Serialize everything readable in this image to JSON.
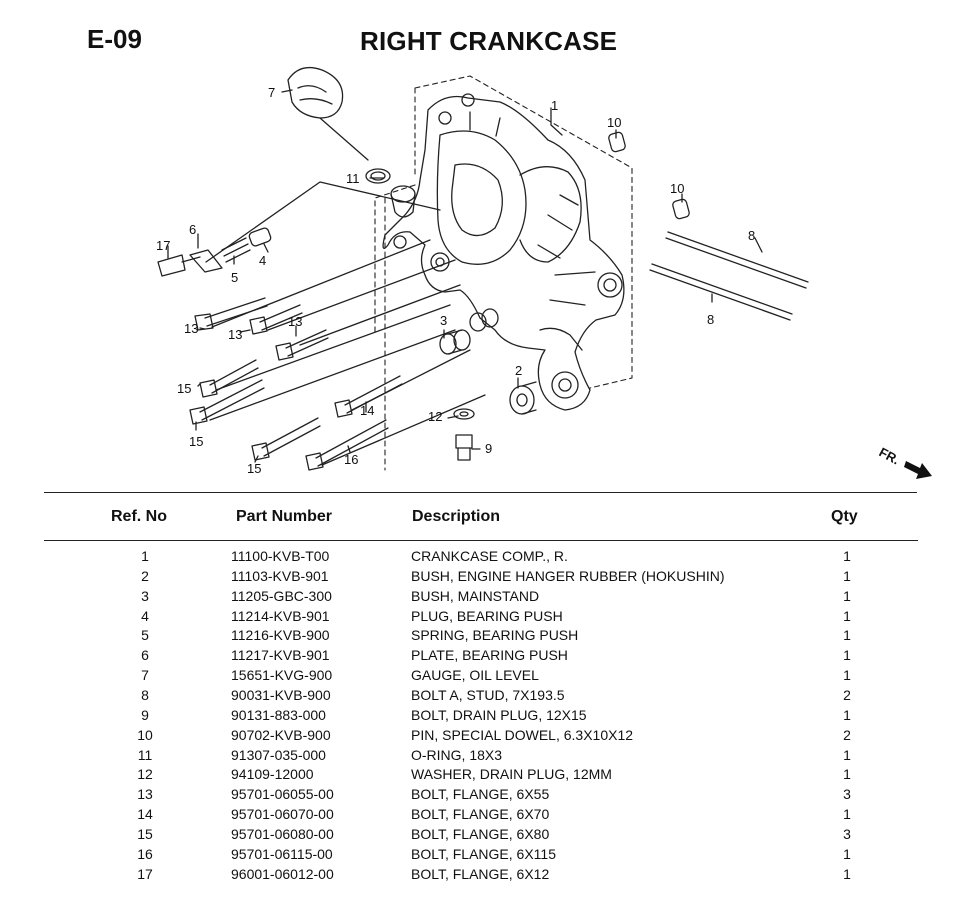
{
  "header": {
    "code": "E-09",
    "title": "RIGHT CRANKCASE"
  },
  "diagram": {
    "callouts": [
      "1",
      "2",
      "3",
      "4",
      "5",
      "6",
      "7",
      "8",
      "8",
      "9",
      "10",
      "10",
      "11",
      "12",
      "13",
      "13",
      "13",
      "14",
      "15",
      "15",
      "15",
      "16",
      "17"
    ],
    "direction_label": "FR."
  },
  "table": {
    "headers": {
      "ref": "Ref. No",
      "part": "Part Number",
      "desc": "Description",
      "qty": "Qty"
    },
    "rows": [
      {
        "ref": "1",
        "part": "11100-KVB-T00",
        "desc": "CRANKCASE COMP., R.",
        "qty": "1"
      },
      {
        "ref": "2",
        "part": "11103-KVB-901",
        "desc": "BUSH, ENGINE HANGER RUBBER (HOKUSHIN)",
        "qty": "1"
      },
      {
        "ref": "3",
        "part": "11205-GBC-300",
        "desc": "BUSH, MAINSTAND",
        "qty": "1"
      },
      {
        "ref": "4",
        "part": "11214-KVB-901",
        "desc": "PLUG, BEARING PUSH",
        "qty": "1"
      },
      {
        "ref": "5",
        "part": "11216-KVB-900",
        "desc": "SPRING, BEARING PUSH",
        "qty": "1"
      },
      {
        "ref": "6",
        "part": "11217-KVB-901",
        "desc": "PLATE, BEARING PUSH",
        "qty": "1"
      },
      {
        "ref": "7",
        "part": "15651-KVG-900",
        "desc": "GAUGE, OIL LEVEL",
        "qty": "1"
      },
      {
        "ref": "8",
        "part": "90031-KVB-900",
        "desc": "BOLT A, STUD, 7X193.5",
        "qty": "2"
      },
      {
        "ref": "9",
        "part": "90131-883-000",
        "desc": "BOLT, DRAIN PLUG, 12X15",
        "qty": "1"
      },
      {
        "ref": "10",
        "part": "90702-KVB-900",
        "desc": "PIN, SPECIAL DOWEL, 6.3X10X12",
        "qty": "2"
      },
      {
        "ref": "11",
        "part": "91307-035-000",
        "desc": "O-RING, 18X3",
        "qty": "1"
      },
      {
        "ref": "12",
        "part": "94109-12000",
        "desc": "WASHER, DRAIN PLUG, 12MM",
        "qty": "1"
      },
      {
        "ref": "13",
        "part": "95701-06055-00",
        "desc": "BOLT, FLANGE, 6X55",
        "qty": "3"
      },
      {
        "ref": "14",
        "part": "95701-06070-00",
        "desc": "BOLT, FLANGE, 6X70",
        "qty": "1"
      },
      {
        "ref": "15",
        "part": "95701-06080-00",
        "desc": "BOLT, FLANGE, 6X80",
        "qty": "3"
      },
      {
        "ref": "16",
        "part": "95701-06115-00",
        "desc": "BOLT, FLANGE, 6X115",
        "qty": "1"
      },
      {
        "ref": "17",
        "part": "96001-06012-00",
        "desc": "BOLT, FLANGE, 6X12",
        "qty": "1"
      }
    ]
  }
}
